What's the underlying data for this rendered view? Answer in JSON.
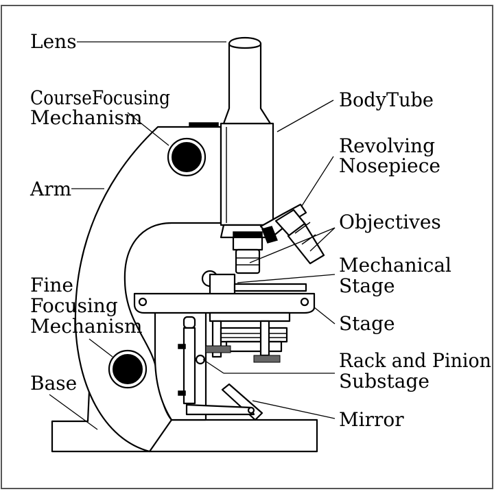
{
  "colors": {
    "stroke": "#000000",
    "fill": "#ffffff",
    "frame": "#555555"
  },
  "labels": {
    "lens": "Lens",
    "course_focusing_1": "CourseFocusing",
    "course_focusing_2": "Mechanism",
    "arm": "Arm",
    "fine_focusing_1": "Fine",
    "fine_focusing_2": "Focusing",
    "fine_focusing_3": "Mechanism",
    "base": "Base",
    "body_tube": "BodyTube",
    "revolving_1": "Revolving",
    "revolving_2": "Nosepiece",
    "objectives": "Objectives",
    "mechanical_1": "Mechanical",
    "mechanical_2": "Stage",
    "stage": "Stage",
    "rack_1": "Rack and Pinion",
    "rack_2": "Substage",
    "mirror": "Mirror"
  }
}
